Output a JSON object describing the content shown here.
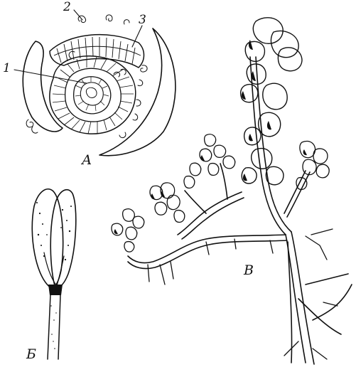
{
  "labels": {
    "part_1": "1",
    "part_2": "2",
    "part_3": "3",
    "view_a": "А",
    "view_b": "Б",
    "view_c": "В"
  },
  "colors": {
    "ink": "#111111",
    "background": "#ffffff"
  }
}
